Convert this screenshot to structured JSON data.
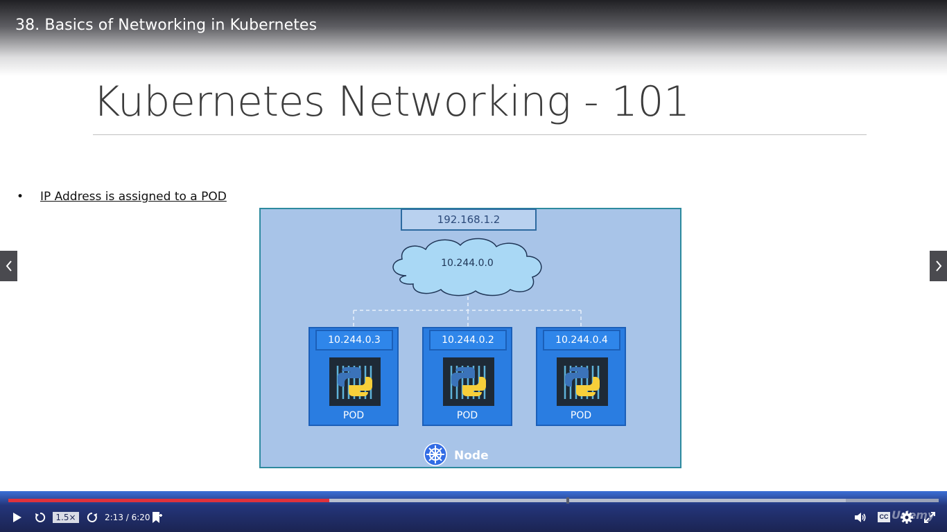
{
  "header": {
    "lecture_title": "38. Basics of Networking in Kubernetes"
  },
  "slide": {
    "title": "Kubernetes Networking - 101",
    "bullet_symbol": "•",
    "bullet_text": "IP Address is assigned to a POD"
  },
  "diagram": {
    "node_ip": "192.168.1.2",
    "network_cidr": "10.244.0.0",
    "pods": [
      {
        "ip": "10.244.0.3",
        "label": "POD"
      },
      {
        "ip": "10.244.0.2",
        "label": "POD"
      },
      {
        "ip": "10.244.0.4",
        "label": "POD"
      }
    ],
    "node_label": "Node"
  },
  "player": {
    "speed_label": "1.5×",
    "time_display": "2:13 / 6:20",
    "cc_label": "CC",
    "watermark": "Udemy",
    "progress_played_fraction": 0.345,
    "progress_buffered_fraction": 0.9
  },
  "icons": {
    "prev": "chevron-left-icon",
    "next": "chevron-right-icon",
    "play": "play-icon",
    "rewind": "rewind-icon",
    "forward": "forward-icon",
    "bookmark": "add-bookmark-icon",
    "volume": "volume-icon",
    "settings": "gear-icon",
    "fullscreen": "fullscreen-icon"
  },
  "colors": {
    "node_bg": "#a8c4e8",
    "pod_bg": "#2a7de1",
    "progress_played": "#e0323c",
    "control_bar": "#1b2452"
  }
}
